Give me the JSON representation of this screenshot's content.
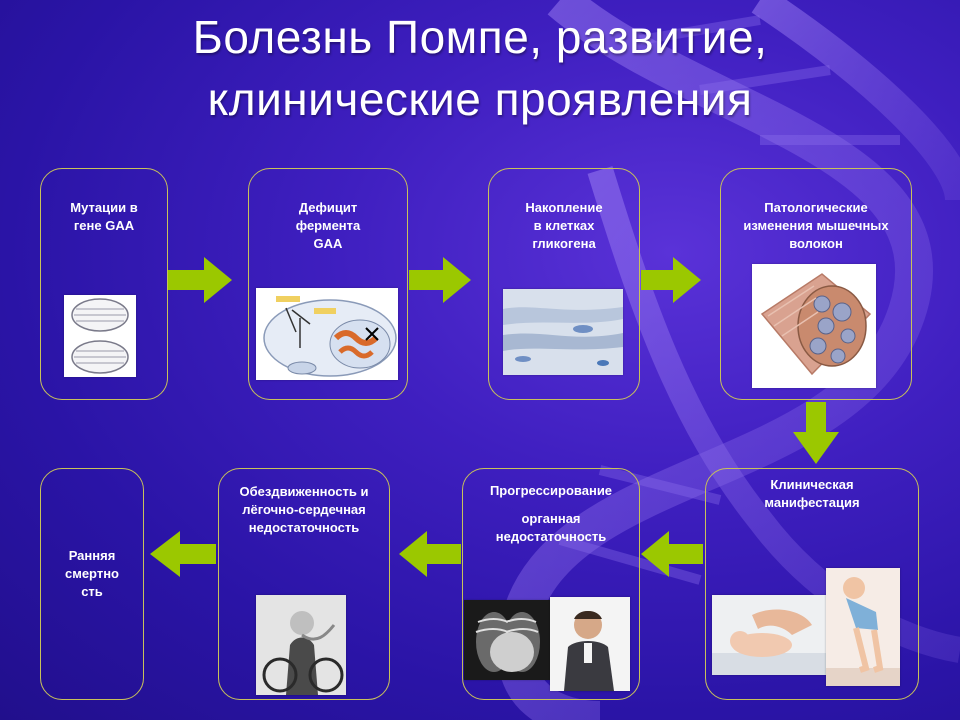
{
  "slide": {
    "title": "Болезнь Помпе, развитие,\nклинические проявления"
  },
  "steps": {
    "mutations": "Мутации в\nгене GAA",
    "deficit": "Дефицит\nфермента\nGAA",
    "accumulation": "Накопление\nв клетках\nгликогена",
    "pathology": "Патологические\nизменения мышечных\nволокон",
    "manifestation": "Клиническая\nманифестация",
    "progression_title": "Прогрессирование",
    "progression_sub": "органная\nнедостаточность",
    "immobility": "Обездвиженность и\nлёгочно-сердечная\nнедостаточность",
    "death": "Ранняя\nсмертно\nсть"
  },
  "colors": {
    "arrow": "#9bc800",
    "border": "#c8c25a",
    "background": "#3f1fc0"
  }
}
